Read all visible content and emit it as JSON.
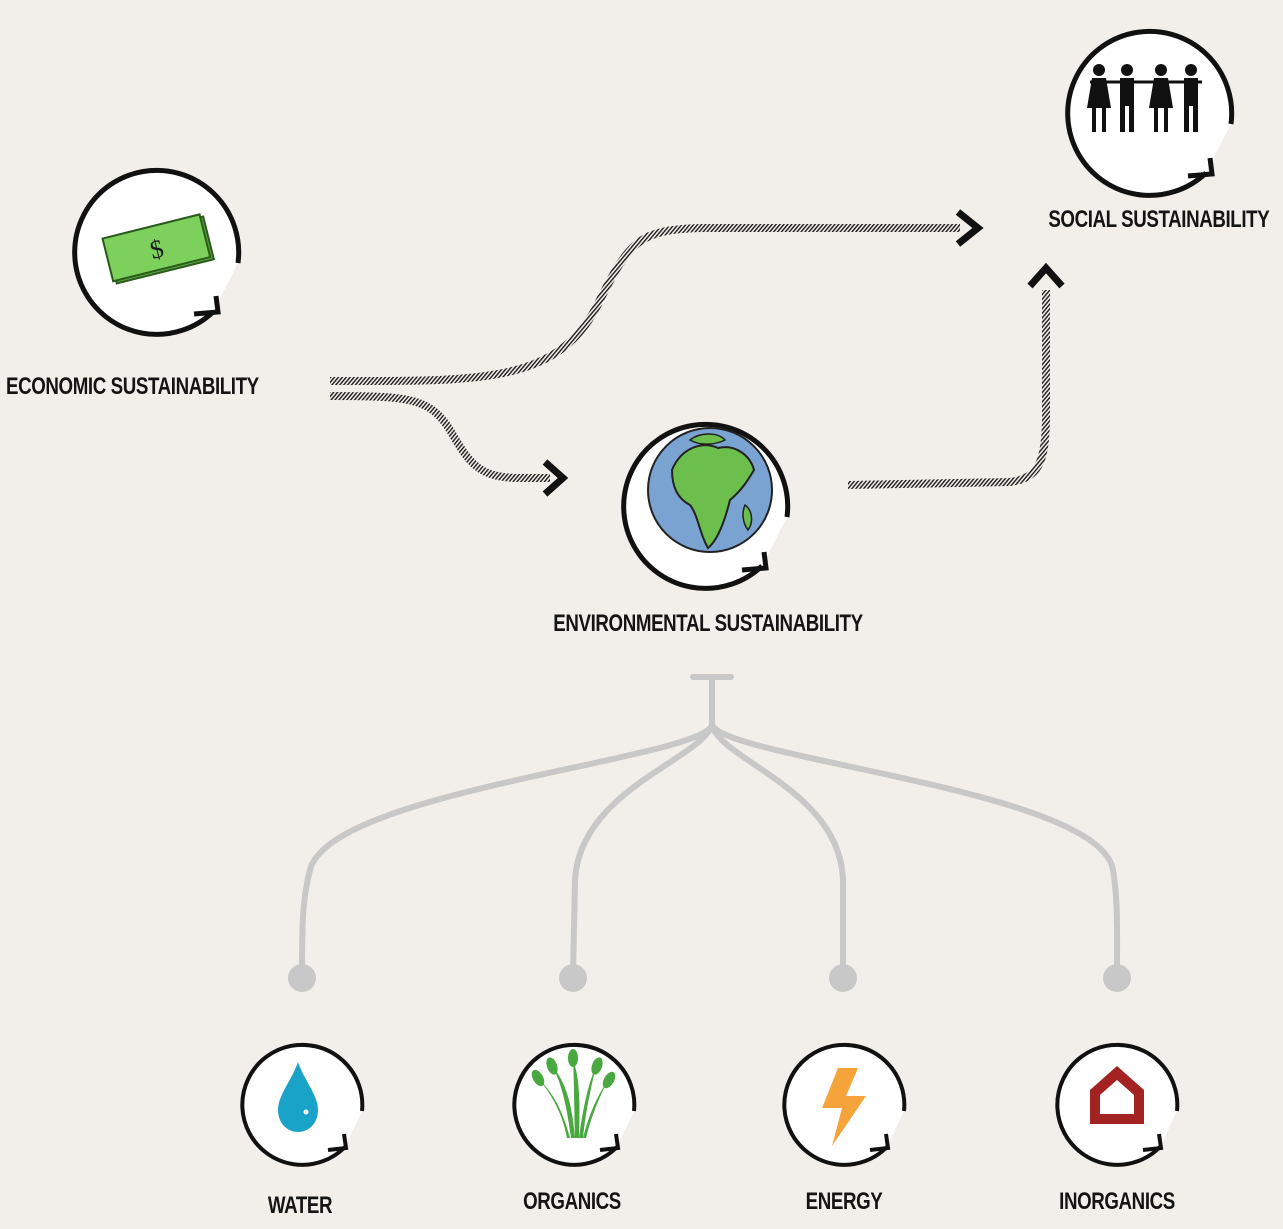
{
  "nodes": {
    "economic": {
      "label": "ECONOMIC SUSTAINABILITY",
      "icon": "money-icon",
      "color": "#6cbf4c"
    },
    "social": {
      "label": "SOCIAL SUSTAINABILITY",
      "icon": "people-icon",
      "color": "#111111"
    },
    "environmental": {
      "label": "ENVIRONMENTAL SUSTAINABILITY",
      "icon": "globe-icon",
      "color": "#7ba3d1"
    },
    "water": {
      "label": "WATER",
      "icon": "water-drop-icon",
      "color": "#1aa3c9"
    },
    "organics": {
      "label": "ORGANICS",
      "icon": "plant-icon",
      "color": "#4aa840"
    },
    "energy": {
      "label": "ENERGY",
      "icon": "lightning-icon",
      "color": "#f5a43c"
    },
    "inorganics": {
      "label": "INORGANICS",
      "icon": "house-icon",
      "color": "#a32323"
    }
  },
  "money_symbol": "$",
  "connector_color": "#c8c8c8",
  "arrow_color": "#111111"
}
